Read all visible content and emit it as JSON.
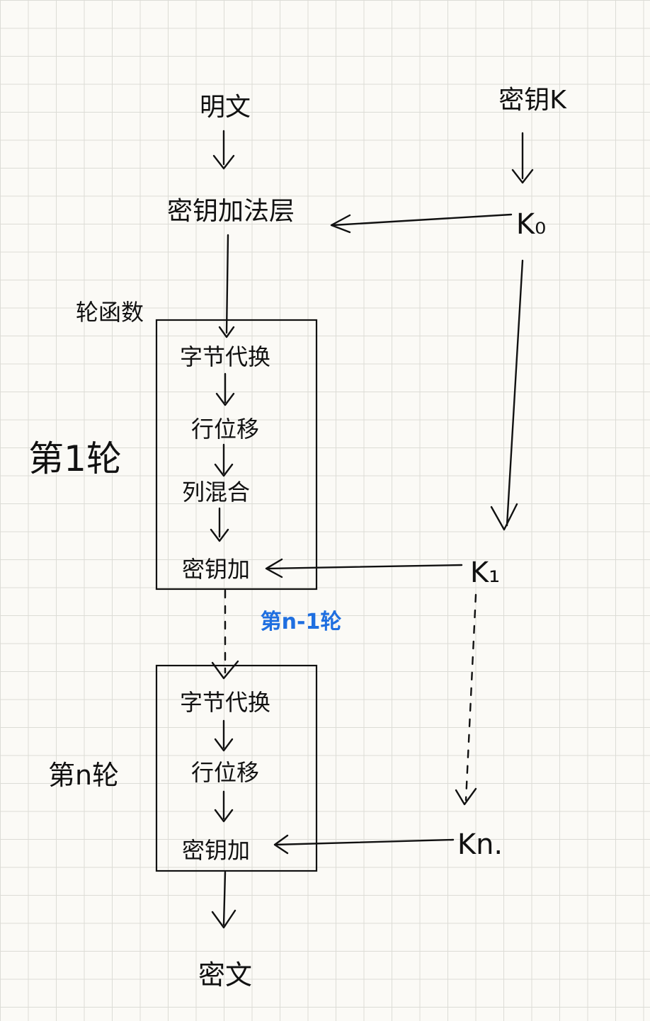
{
  "labels": {
    "plaintext": "明文",
    "key": "密钥K",
    "initial_add_round_key": "密钥加法层",
    "k0": "K₀",
    "round_function": "轮函数",
    "round1": "第1轮",
    "round_middle": "第n-1轮",
    "round_n": "第n轮",
    "k1": "K₁",
    "kn": "Kn.",
    "ciphertext": "密文"
  },
  "box1_steps": [
    "字节代换",
    "行位移",
    "列混合",
    "密钥加"
  ],
  "box2_steps": [
    "字节代换",
    "行位移",
    "密钥加"
  ],
  "colors": {
    "ink": "#111111",
    "accent_blue": "#1f6fe0",
    "grid": "#dcdcd6",
    "paper": "#fbfaf6"
  }
}
